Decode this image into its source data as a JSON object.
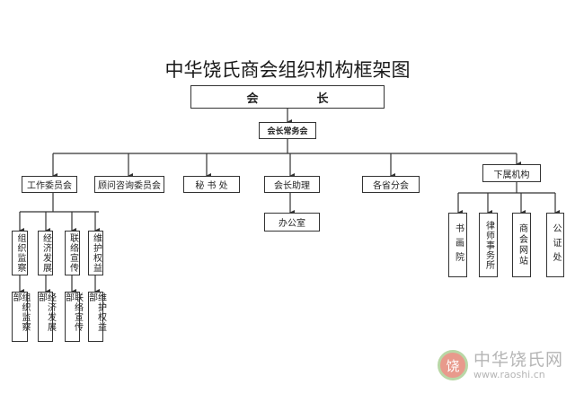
{
  "title": "中华饶氏商会组织机构框架图",
  "nodes": {
    "president": "会　长",
    "standing_committee": "会长常务会",
    "level2": [
      {
        "label": "工作委员会"
      },
      {
        "label": "顾问咨询委员会"
      },
      {
        "label": "秘 书 处"
      },
      {
        "label": "会长助理"
      },
      {
        "label": "各省分会"
      },
      {
        "label": "下属机构"
      }
    ],
    "office": "办公室",
    "work_groups": [
      {
        "label": "组织监察",
        "dept": "组织监察部"
      },
      {
        "label": "经济发展",
        "dept": "经济发展部"
      },
      {
        "label": "联络宣传",
        "dept": "联络宣传部"
      },
      {
        "label": "维护权益",
        "dept": "维护权益部"
      }
    ],
    "subsidiaries": [
      {
        "label": "书画院"
      },
      {
        "label": "律师事务所"
      },
      {
        "label": "商会网站"
      },
      {
        "label": "公证处"
      }
    ]
  },
  "watermark": {
    "logo_char": "饶",
    "name": "中华饶氏网",
    "url": "www.raoshi.cn"
  }
}
